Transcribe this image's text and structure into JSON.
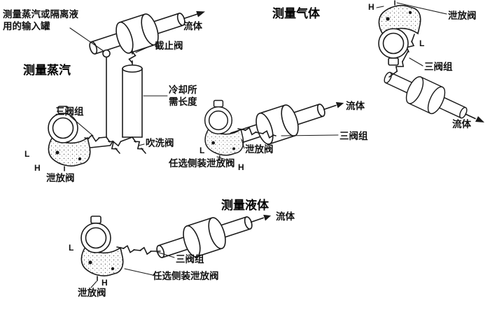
{
  "diagram": {
    "background": "#ffffff",
    "ink": "#1a1a1a",
    "sections": {
      "steam": {
        "title": "测量蒸汽",
        "inlet_tank_note": "测量蒸汽或隔离液\n用的输入罐",
        "fluid_label": "流体",
        "stop_valve_label": "截止阀",
        "cooling_length_label": "冷却所\n需长度",
        "manifold_label": "三阀组",
        "purge_valve_label": "吹洗阀",
        "low_port_label": "L",
        "high_port_label": "H",
        "drain_valve_label": "泄放阀"
      },
      "gas": {
        "title": "测量气体",
        "left_install": {
          "fluid_label": "流体",
          "manifold_label": "三阀组",
          "drain_valve_label": "泄放阀",
          "optional_side_drain_label": "任选侧装泄放阀",
          "low_port_label": "L",
          "high_port_label": "H"
        },
        "right_install": {
          "high_port_label": "H",
          "drain_valve_label": "泄放阀",
          "low_port_label": "L",
          "manifold_label": "三阀组",
          "fluid_label": "流体"
        }
      },
      "liquid": {
        "title": "测量液体",
        "fluid_label": "流体",
        "manifold_label": "三阀组",
        "optional_side_drain_label": "任选侧装泄放阀",
        "low_port_label": "L",
        "high_port_label": "H",
        "drain_valve_label": "泄放阀"
      }
    }
  }
}
